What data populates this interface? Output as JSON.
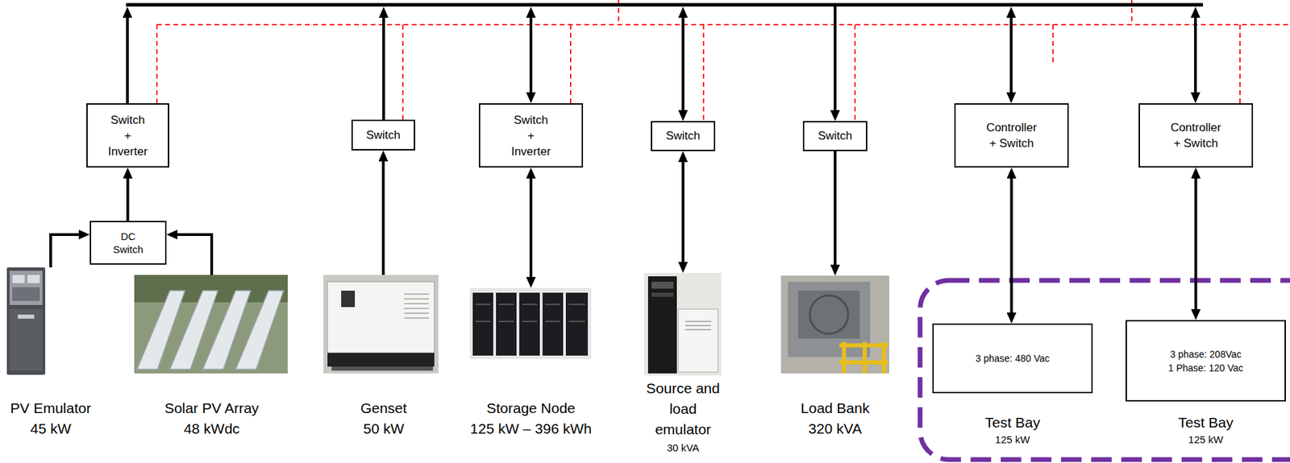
{
  "diagram": {
    "nodes": [
      {
        "text": [
          "Switch + Inverter"
        ]
      },
      {
        "text": [
          "Switch"
        ]
      },
      {
        "text": [
          "Switch + Inverter"
        ]
      },
      {
        "text": [
          "Switch"
        ]
      },
      {
        "text": [
          "Switch"
        ]
      },
      {
        "text": [
          "Controller + Switch"
        ]
      },
      {
        "text": [
          "Controller + Switch"
        ]
      },
      {
        "text": [
          "DC Switch"
        ]
      },
      {
        "text": [
          "PV Emulator",
          "45 kW"
        ]
      },
      {
        "text": [
          "Solar PV Array",
          "48 kWdc"
        ]
      },
      {
        "text": [
          "Genset",
          "50 kW"
        ]
      },
      {
        "text": [
          "Storage Node",
          "125 kW – 396 kWh"
        ]
      },
      {
        "text": [
          "Source and load emulator",
          "30 kVA"
        ]
      },
      {
        "text": [
          "Load Bank",
          "320 kVA"
        ]
      },
      {
        "text": [
          "3 phase: 480 Vac",
          "Test Bay",
          "125 kW"
        ]
      },
      {
        "text": [
          "3 phase: 208Vac 1 Phase: 120 Vac",
          "Test Bay",
          "125 kW"
        ]
      }
    ],
    "edges": [
      {
        "from": 8,
        "to": 7,
        "arrow": "to"
      },
      {
        "from": 9,
        "to": 7,
        "arrow": "to"
      },
      {
        "from": 7,
        "to": 0,
        "arrow": "to"
      },
      {
        "from": 10,
        "to": 1,
        "arrow": "to"
      },
      {
        "from": 2,
        "to": 11,
        "arrow": "both"
      },
      {
        "from": 3,
        "to": 12,
        "arrow": "both"
      },
      {
        "from": 4,
        "to": 13,
        "arrow": "to"
      },
      {
        "from": 5,
        "to": 14,
        "arrow": "both"
      },
      {
        "from": 6,
        "to": 15,
        "arrow": "both"
      }
    ]
  }
}
